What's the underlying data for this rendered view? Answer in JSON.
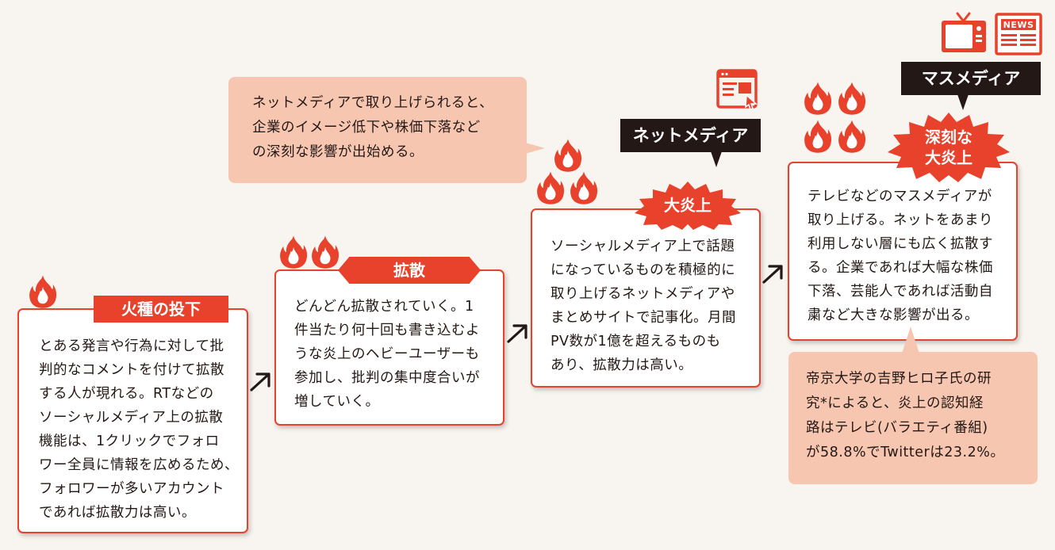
{
  "steps": [
    {
      "label": "火種の投下",
      "text": "とある発言や行為に対して批\n判的なコメントを付けて拡散\nする人が現れる。RTなどの\nソーシャルメディア上の拡散\n機能は、1クリックでフォロ\nワー全員に情報を広めるため、\nフォロワーが多いアカウント\nであれば拡散力は高い。"
    },
    {
      "label": "拡散",
      "text": "どんどん拡散されていく。1\n件当たり何十回も書き込むよ\nうな炎上のヘビーユーザーも\n参加し、批判の集中度合いが\n増していく。"
    },
    {
      "label": "大炎上",
      "text": "ソーシャルメディア上で話題\nになっているものを積極的に\n取り上げるネットメディアや\nまとめサイトで記事化。月間\nPV数が1億を超えるものも\nあり、拡散力は高い。"
    },
    {
      "label": "深刻な\n大炎上",
      "text": "テレビなどのマスメディアが\n取り上げる。ネットをあまり\n利用しない層にも広く拡散す\nる。企業であれば大幅な株価\n下落、芸能人であれば活動自\n粛など大きな影響が出る。"
    }
  ],
  "media": {
    "net": "ネットメディア",
    "mass": "マスメディア",
    "news_icon_text": "NEWS"
  },
  "callouts": {
    "top": "ネットメディアで取り上げられると、\n企業のイメージ低下や株価下落など\nの深刻な影響が出始める。",
    "bottom": "帝京大学の吉野ヒロ子氏の研\n究*によると、炎上の認知経\n路はテレビ(バラエティ番組)\nが58.8%でTwitterは23.2%。"
  },
  "colors": {
    "accent": "#e8412c",
    "callout": "#f7c6b0",
    "dark": "#231815",
    "background": "#f8f4ef"
  },
  "icons": [
    "flame-icon",
    "arrow-icon",
    "browser-icon",
    "tv-icon",
    "newspaper-icon",
    "starburst-badge"
  ]
}
